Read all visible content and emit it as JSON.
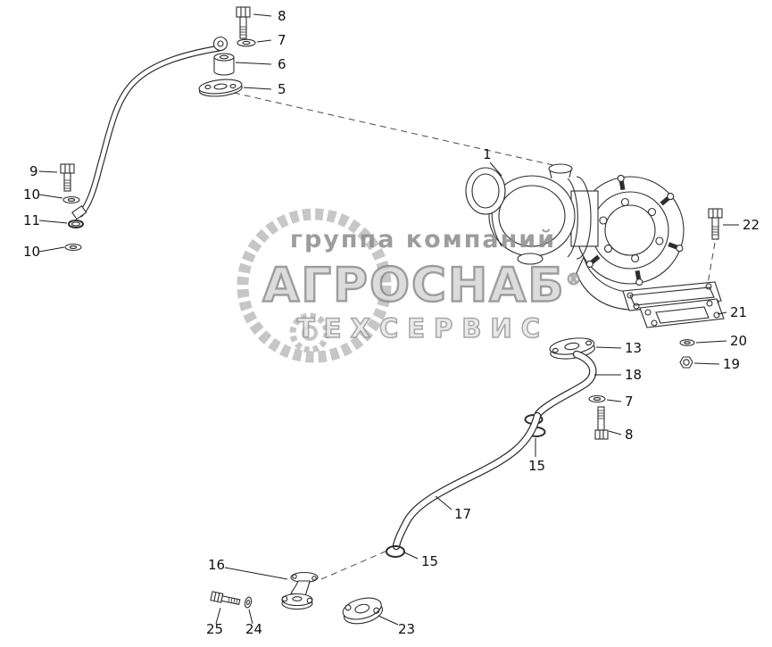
{
  "colors": {
    "background": "#ffffff",
    "line": "#2e2e2e",
    "watermark_gray": "#8d8d8d"
  },
  "watermark": {
    "group_line": "группа компаний",
    "brand": "АГРОСНАБ",
    "registered_mark": "®",
    "service_line": "ТЕХСЕРВИС"
  },
  "callouts": [
    {
      "label": "8"
    },
    {
      "label": "7"
    },
    {
      "label": "6"
    },
    {
      "label": "5"
    },
    {
      "label": "9"
    },
    {
      "label": "10"
    },
    {
      "label": "11"
    },
    {
      "label": "10"
    },
    {
      "label": "1"
    },
    {
      "label": "22"
    },
    {
      "label": "21"
    },
    {
      "label": "20"
    },
    {
      "label": "19"
    },
    {
      "label": "13"
    },
    {
      "label": "18"
    },
    {
      "label": "7"
    },
    {
      "label": "8"
    },
    {
      "label": "15"
    },
    {
      "label": "17"
    },
    {
      "label": "15"
    },
    {
      "label": "16"
    },
    {
      "label": "25"
    },
    {
      "label": "24"
    },
    {
      "label": "23"
    }
  ]
}
